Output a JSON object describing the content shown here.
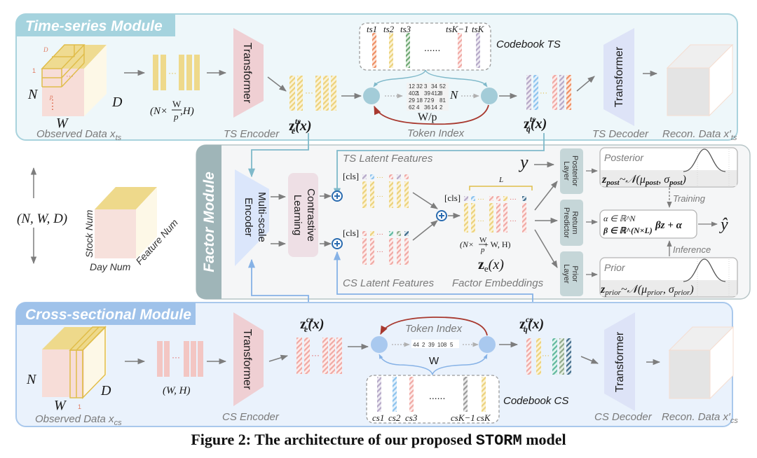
{
  "ts_module": {
    "title": "Time-series Module",
    "observed_label": "Observed Data x",
    "observed_sub": "ts",
    "dim_N": "N",
    "dim_W": "W",
    "dim_D": "D",
    "patch_D": "D",
    "patch_1": "1",
    "patch_p": "p",
    "shape_left": "(N×",
    "shape_frac_num": "W",
    "shape_frac_den": "p",
    "shape_right": ",H)",
    "encoder_block": "Transformer",
    "encoder_label": "TS Encoder",
    "ze_main": "z",
    "ze_sub": "e",
    "ze_sup": "ts",
    "ze_arg": "(x)",
    "codebook_label": "Codebook TS",
    "codebook_tokens": [
      "ts1",
      "ts2",
      "ts3",
      "tsK−1",
      "tsK"
    ],
    "codebook_ellipsis": "......",
    "token_grid": [
      [
        "12",
        "32",
        "3",
        "34",
        "52"
      ],
      [
        "402",
        "1",
        "39",
        "412",
        "8"
      ],
      [
        "29",
        "18",
        "72",
        "9",
        "81"
      ],
      [
        "62",
        "4",
        "36",
        "14",
        "2"
      ]
    ],
    "grid_N": "N",
    "grid_Wp": "W/p",
    "token_index_label": "Token Index",
    "zq_main": "z",
    "zq_sub": "q",
    "zq_sup": "ts",
    "zq_arg": "(x)",
    "decoder_block": "Transformer",
    "decoder_label": "TS Decoder",
    "recon_label": "Recon. Data x′",
    "recon_sub": "ts"
  },
  "middle": {
    "shape": "(N, W, D)",
    "axis_stock": "Stock Num",
    "axis_day": "Day Num",
    "axis_feature": "Feature Num"
  },
  "factor_module": {
    "title": "Factor Module",
    "encoder_line1": "Multi-scale",
    "encoder_line2": "Encoder",
    "contrastive_line1": "Contrastive",
    "contrastive_line2": "Learning",
    "ts_latent": "TS Latent Features",
    "cs_latent": "CS Latent Features",
    "cls": "[cls]",
    "L_label": "L",
    "emb_shape": "(N×W/p + W, H)",
    "emb_frac_num": "W",
    "emb_frac_den": "p",
    "emb_left": "(N×",
    "emb_right": "+ W, H)",
    "ze_main": "z",
    "ze_sub": "e",
    "ze_arg": "(x)",
    "factor_emb_label": "Factor Embeddings",
    "y_label": "y",
    "posterior_layer": [
      "Posterior",
      "Layer"
    ],
    "return_predictor": [
      "Return",
      "Predictor"
    ],
    "prior_layer": [
      "Prior",
      "Layer"
    ],
    "posterior_title": "Posterior",
    "posterior_formula": "z_post ~ 𝒩(μ_post, σ_post)",
    "prior_title": "Prior",
    "prior_formula": "z_prior ~ 𝒩(μ_prior, σ_prior)",
    "alpha_def": "α ∈ ℝ^N",
    "beta_def": "β ∈ ℝ^(N×L)",
    "predict_formula": "βz + α",
    "training_label": "Training",
    "inference_label": "Inference",
    "yhat_label": "ŷ"
  },
  "cs_module": {
    "title": "Cross-sectional Module",
    "observed_label": "Observed Data x",
    "observed_sub": "cs",
    "dim_N": "N",
    "dim_W": "W",
    "dim_D": "D",
    "slice_1": "1",
    "shape": "(W, H)",
    "encoder_block": "Transformer",
    "encoder_label": "CS Encoder",
    "ze_main": "z",
    "ze_sub": "e",
    "ze_sup": "cs",
    "ze_arg": "(x)",
    "token_index_label": "Token Index",
    "token_row": [
      "44",
      "2",
      "39",
      "108",
      "5"
    ],
    "grid_W": "W",
    "codebook_label": "Codebook CS",
    "codebook_tokens": [
      "cs1",
      "cs2",
      "cs3",
      "csK−1",
      "csK"
    ],
    "codebook_ellipsis": "......",
    "zq_main": "z",
    "zq_sub": "q",
    "zq_sup": "cs",
    "zq_arg": "(x)",
    "decoder_block": "Transformer",
    "decoder_label": "CS Decoder",
    "recon_label": "Recon. Data x′",
    "recon_sub": "cs"
  },
  "caption": {
    "prefix": "Figure 2: The architecture of our proposed ",
    "model": "STORM",
    "suffix": " model"
  },
  "colors": {
    "ts_bg": "#eef7fa",
    "ts_border": "#a9d3dd",
    "ts_header": "#a5d3de",
    "cs_bg": "#eaf2fc",
    "cs_border": "#a9c8ec",
    "cs_header": "#9fc2ea",
    "factor_bg": "#f5f6f7",
    "factor_side": "#9fb5b8",
    "encoder_pink": "#efcfd3",
    "decoder_lav": "#dde3f7",
    "yellow": "#eed98b",
    "pink": "#f3c6c3",
    "node_ts": "#a3ccd8",
    "node_cs": "#a9c9ef",
    "red_arrow": "#a8392f",
    "plus_blue": "#2b6cb0"
  }
}
